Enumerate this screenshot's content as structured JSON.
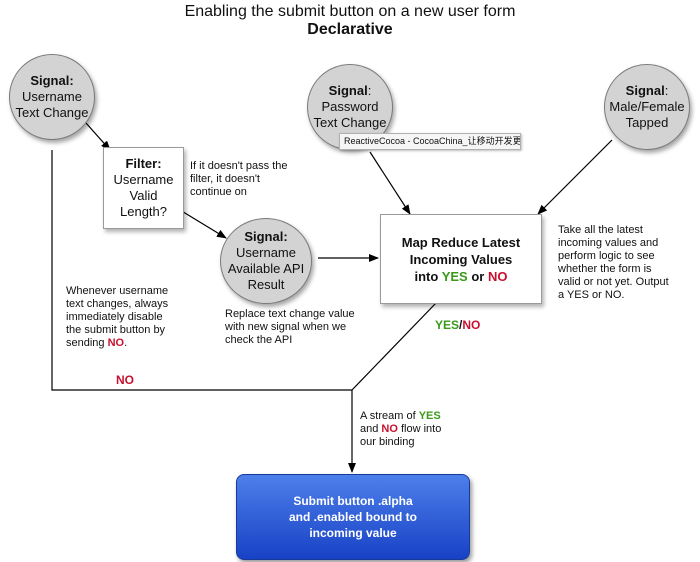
{
  "title": {
    "line1": "Enabling the submit button on a new user form",
    "line2": "Declarative"
  },
  "nodes": {
    "username_signal": {
      "label": "Signal:",
      "text1": "Username",
      "text2": "Text Change"
    },
    "password_signal": {
      "label": "Signal",
      "label_suffix": ":",
      "text1": "Password",
      "text2": "Text Change"
    },
    "gender_signal": {
      "label": "Signal",
      "label_suffix": ":",
      "text1": "Male/Female",
      "text2": "Tapped"
    },
    "filter": {
      "label": "Filter:",
      "text1": "Username",
      "text2": "Valid",
      "text3": "Length?"
    },
    "api_signal": {
      "label": "Signal:",
      "text1": "Username",
      "text2": "Available API",
      "text3": "Result"
    },
    "map_reduce": {
      "line1": "Map Reduce Latest",
      "line2": "Incoming Values",
      "into": "into",
      "yes": "YES",
      "or": "or",
      "no": "NO"
    },
    "submit": {
      "line1": "Submit button .alpha",
      "line2": "and .enabled bound to",
      "line3": "incoming value"
    }
  },
  "notes": {
    "filter_note": {
      "l1": "If it doesn't pass the",
      "l2": "filter, it doesn't",
      "l3": "continue on"
    },
    "replace_note": {
      "l1": "Replace text change value",
      "l2": "with new signal when we",
      "l3": "check the API"
    },
    "logic_note": {
      "l1": "Take all the latest",
      "l2": "incoming values and",
      "l3": "perform logic to see",
      "l4": "whether the form is",
      "l5": "valid or not yet. Output",
      "l6": "a YES or NO."
    },
    "disable_note": {
      "l1": "Whenever username",
      "l2": "text changes, always",
      "l3": "immediately disable",
      "l4": "the submit button by",
      "l5_prefix": "sending",
      "l5_no": "NO",
      "l5_suffix": "."
    },
    "stream_note": {
      "l1_prefix": "A stream of",
      "l1_yes": "YES",
      "l2_and": "and",
      "l2_no": "NO",
      "l2_suffix": "flow into",
      "l3": "our binding"
    }
  },
  "edge_labels": {
    "yes_no": {
      "yes": "YES",
      "slash": "/",
      "no": "NO"
    },
    "no": "NO"
  },
  "tooltip": "ReactiveCocoa - CocoaChina_让移动开发更简单",
  "colors": {
    "yes": "#3a9a1a",
    "no": "#c8102e",
    "submit": "#2e5fdc",
    "circle": "#d3d3d3"
  }
}
